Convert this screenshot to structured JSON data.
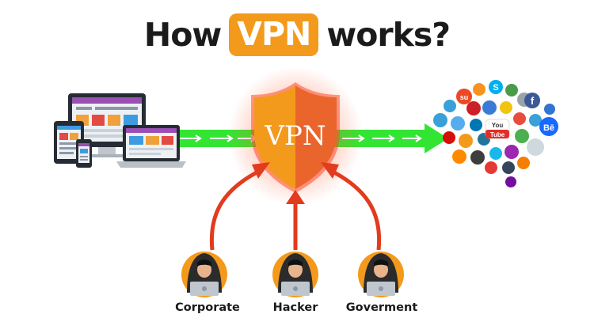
{
  "title": {
    "before": "How",
    "highlight": "VPN",
    "after": "works?"
  },
  "shield": {
    "text": "VPN"
  },
  "threats": [
    {
      "label": "Corporate"
    },
    {
      "label": "Hacker"
    },
    {
      "label": "Goverment"
    }
  ],
  "cloud": {
    "you": "You",
    "tube": "Tube",
    "facebook": "f",
    "behance": "Bē",
    "stumble": "su",
    "skype": "S"
  },
  "colors": {
    "accent": "#f39a1d",
    "shield_left": "#f39a1d",
    "shield_right": "#e9652b",
    "tunnel": "#33e533",
    "threat_arrow": "#e23b1d"
  }
}
